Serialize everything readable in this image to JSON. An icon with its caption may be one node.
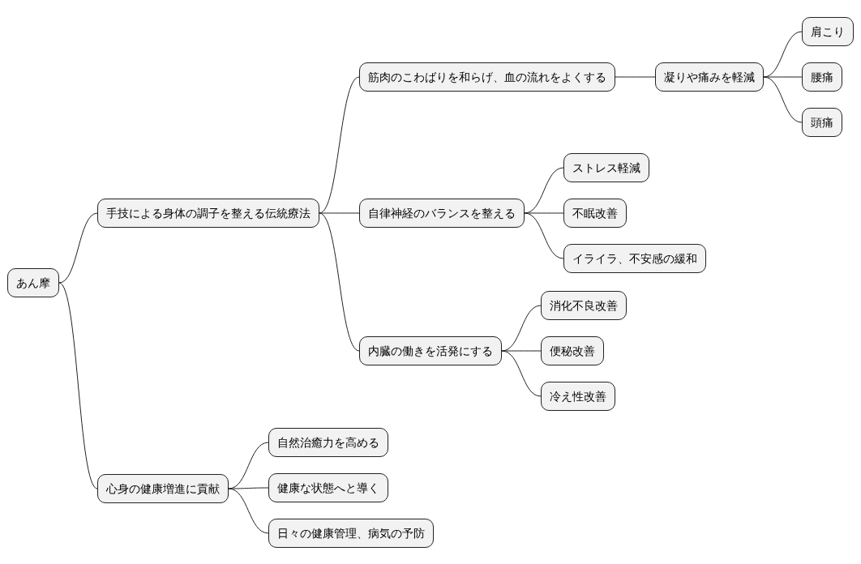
{
  "diagram": {
    "nodes": [
      {
        "text": [
          "あん摩"
        ]
      },
      {
        "text": [
          "手技による身体の調子を整える伝統療法"
        ]
      },
      {
        "text": [
          "筋肉のこわばりを和らげ、血の流れをよくする"
        ]
      },
      {
        "text": [
          "凝りや痛みを軽減"
        ]
      },
      {
        "text": [
          "肩こり"
        ]
      },
      {
        "text": [
          "腰痛"
        ]
      },
      {
        "text": [
          "頭痛"
        ]
      },
      {
        "text": [
          "自律神経のバランスを整える"
        ]
      },
      {
        "text": [
          "ストレス軽減"
        ]
      },
      {
        "text": [
          "不眠改善"
        ]
      },
      {
        "text": [
          "イライラ、不安感の緩和"
        ]
      },
      {
        "text": [
          "内臓の働きを活発にする"
        ]
      },
      {
        "text": [
          "消化不良改善"
        ]
      },
      {
        "text": [
          "便秘改善"
        ]
      },
      {
        "text": [
          "冷え性改善"
        ]
      },
      {
        "text": [
          "心身の健康増進に貢献"
        ]
      },
      {
        "text": [
          "自然治癒力を高める"
        ]
      },
      {
        "text": [
          "健康な状態へと導く"
        ]
      },
      {
        "text": [
          "日々の健康管理、病気の予防"
        ]
      }
    ],
    "edges": [
      {
        "from": 0,
        "to": 1,
        "arrow": "none"
      },
      {
        "from": 1,
        "to": 2,
        "arrow": "none"
      },
      {
        "from": 2,
        "to": 3,
        "arrow": "none"
      },
      {
        "from": 3,
        "to": 4,
        "arrow": "none"
      },
      {
        "from": 3,
        "to": 5,
        "arrow": "none"
      },
      {
        "from": 3,
        "to": 6,
        "arrow": "none"
      },
      {
        "from": 1,
        "to": 7,
        "arrow": "none"
      },
      {
        "from": 7,
        "to": 8,
        "arrow": "none"
      },
      {
        "from": 7,
        "to": 9,
        "arrow": "none"
      },
      {
        "from": 7,
        "to": 10,
        "arrow": "none"
      },
      {
        "from": 1,
        "to": 11,
        "arrow": "none"
      },
      {
        "from": 11,
        "to": 12,
        "arrow": "none"
      },
      {
        "from": 11,
        "to": 13,
        "arrow": "none"
      },
      {
        "from": 11,
        "to": 14,
        "arrow": "none"
      },
      {
        "from": 0,
        "to": 15,
        "arrow": "none"
      },
      {
        "from": 15,
        "to": 16,
        "arrow": "none"
      },
      {
        "from": 15,
        "to": 17,
        "arrow": "none"
      },
      {
        "from": 15,
        "to": 18,
        "arrow": "none"
      }
    ]
  }
}
